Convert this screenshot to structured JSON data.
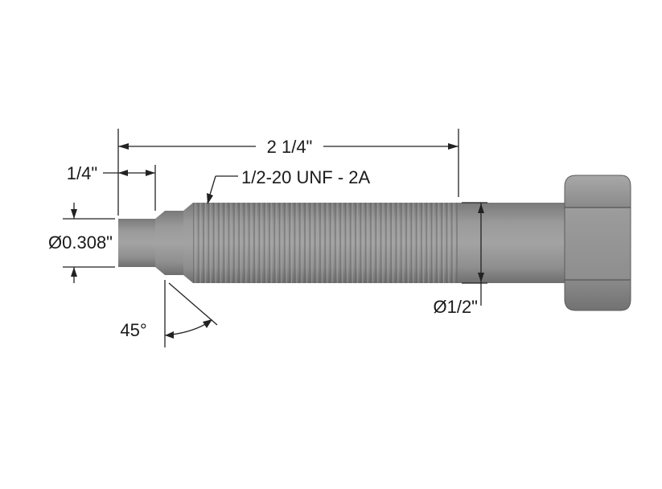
{
  "drawing": {
    "overall_length": "2 1/4\"",
    "pilot_length": "1/4\"",
    "thread_callout": "1/2-20 UNF - 2A",
    "pilot_diameter": "Ø0.308\"",
    "shank_diameter": "Ø1/2\"",
    "chamfer_angle": "45°"
  },
  "colors": {
    "steel": "#8c8c8c",
    "thread": "#7e7e7e",
    "dimension_lines": "#222222"
  }
}
